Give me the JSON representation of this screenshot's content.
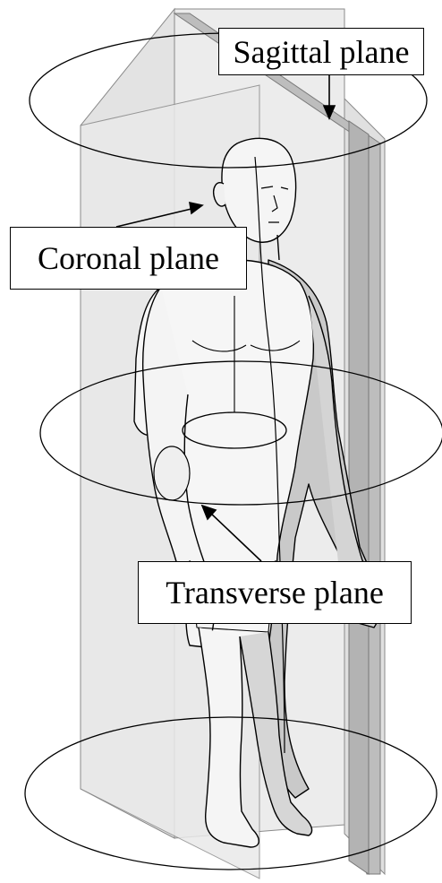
{
  "labels": {
    "sagittal": "Sagittal plane",
    "coronal": "Coronal plane",
    "transverse": "Transverse plane"
  },
  "colors": {
    "plane_fill": "#e6e6e6",
    "plane_dark": "#bfbfbf",
    "plane_edge": "#888888",
    "body_fill": "#f7f7f7",
    "body_shadow": "#c8c8c8",
    "line": "#000000"
  }
}
